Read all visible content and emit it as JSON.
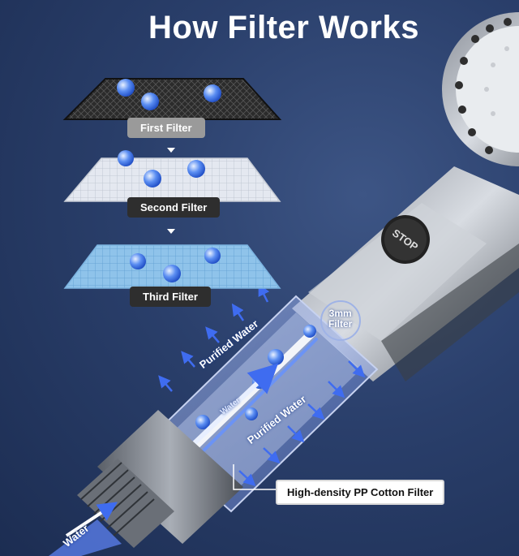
{
  "title": "How Filter Works",
  "filters": {
    "first": "First Filter",
    "second": "Second Filter",
    "third": "Third Filter"
  },
  "labels": {
    "mm_filter": "3mm\nFilter",
    "stop": "STOP",
    "purified_top": "Purified Water",
    "purified_bottom": "Purified Water",
    "water_inner": "Water",
    "water_inlet": "Water",
    "pp_callout": "High-density PP Cotton Filter"
  },
  "colors": {
    "background": "#2a3f6b",
    "water_blue": "#3f6cf0",
    "pill_dark": "#2e2e2e",
    "pill_light": "#9a9a9a"
  }
}
